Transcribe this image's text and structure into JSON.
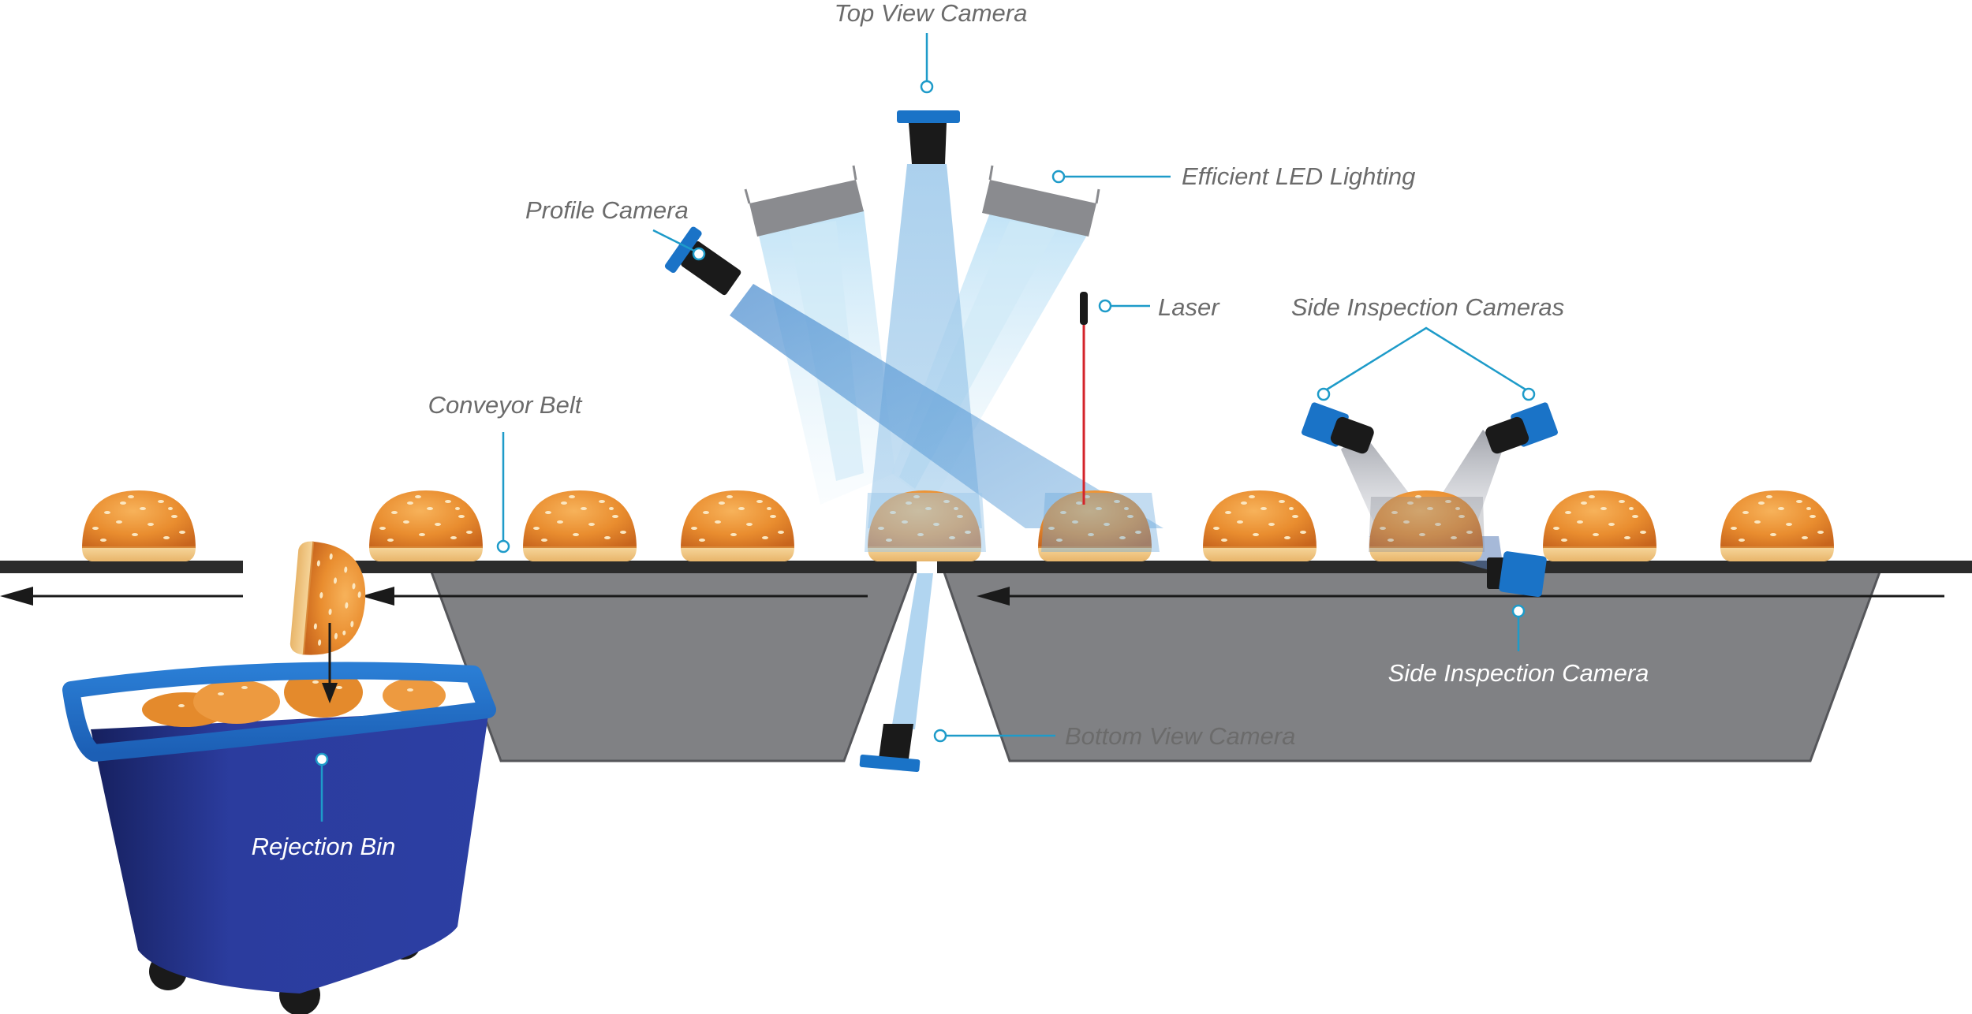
{
  "labels": {
    "top_view_camera": "Top View Camera",
    "efficient_led_lighting": "Efficient LED Lighting",
    "profile_camera": "Profile Camera",
    "laser": "Laser",
    "side_inspection_cameras": "Side Inspection Cameras",
    "conveyor_belt": "Conveyor Belt",
    "side_inspection_camera": "Side Inspection Camera",
    "bottom_view_camera": "Bottom View Camera",
    "rejection_bin": "Rejection Bin"
  },
  "colors": {
    "leader": "#1e9bc9",
    "camera_blue": "#1a73c7",
    "belt": "#2b2b2b",
    "hopper": "#808184",
    "bun": "#e48a2c",
    "bin": "#2a3a9a",
    "laser": "#d4242b"
  },
  "icons": [
    "camera-icon",
    "led-light-icon",
    "laser-icon",
    "bun-icon",
    "rejection-bin-icon",
    "arrow-left-icon"
  ]
}
